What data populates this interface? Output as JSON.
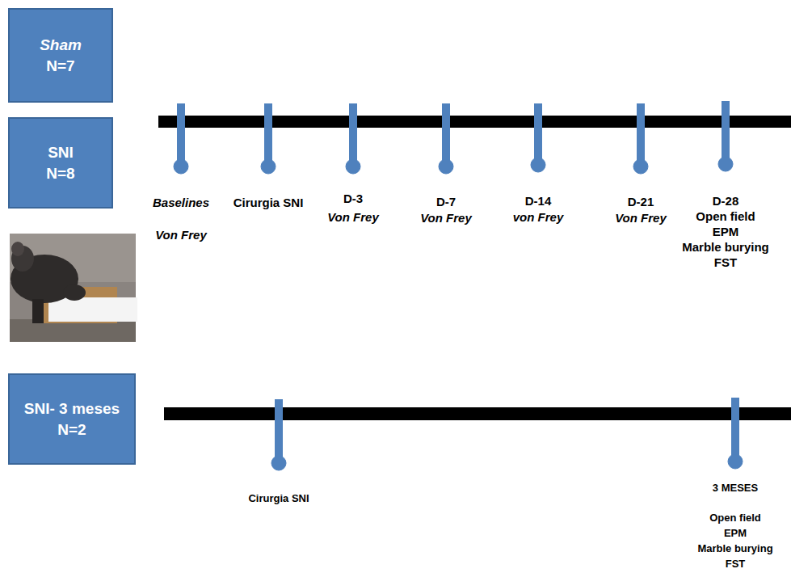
{
  "diagram": {
    "nodes": [
      {
        "text": [
          "Sham",
          "N=7"
        ]
      },
      {
        "text": [
          "SNI",
          "N=8"
        ]
      },
      {
        "text": [
          "SNI- 3 meses",
          "N=2"
        ]
      }
    ],
    "labels": [
      "Baselines",
      "Von Frey",
      "Cirurgia SNI",
      "D-3",
      "Von Frey",
      "D-7",
      "Von Frey",
      "D-14",
      "von Frey",
      "D-21",
      "Von Frey",
      "D-28",
      "Open field",
      "EPM",
      "Marble burying",
      "FST",
      "Cirurgia SNI",
      "3 MESES",
      "Open field",
      "EPM",
      "Marble burying",
      "FST"
    ]
  }
}
